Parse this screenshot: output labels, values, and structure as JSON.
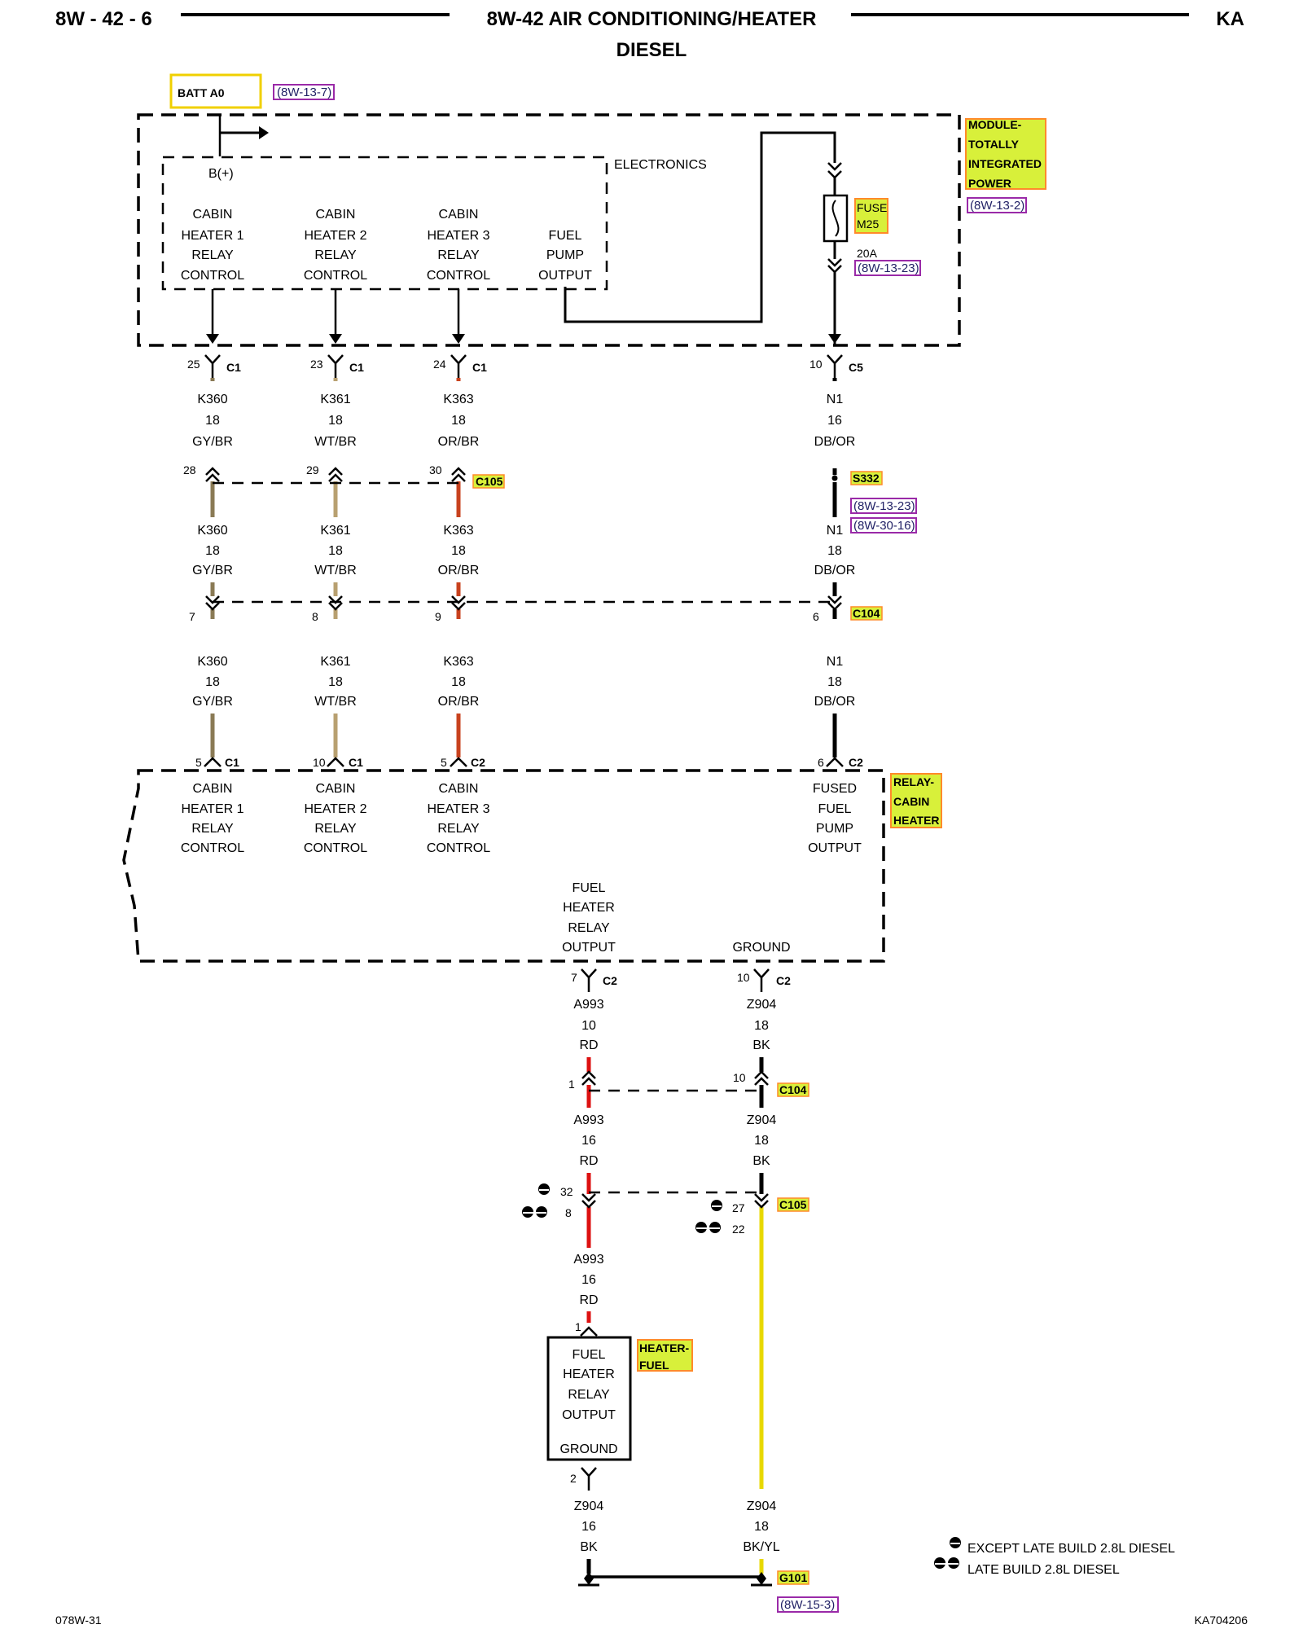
{
  "header": {
    "page_id": "8W - 42 - 6",
    "title_line1": "8W-42 AIR CONDITIONING/HEATER",
    "title_line2": "DIESEL",
    "vehicle_code": "KA"
  },
  "footer": {
    "left_code": "078W-31",
    "right_code": "KA704206"
  },
  "batt": {
    "label": "BATT A0",
    "ref": "(8W-13-7)"
  },
  "tipm": {
    "name_lines": [
      "MODULE-",
      "TOTALLY",
      "INTEGRATED",
      "POWER"
    ],
    "ref": "(8W-13-2)",
    "electronics": "ELECTRONICS",
    "bplus": "B(+)",
    "outputs": [
      [
        "CABIN",
        "HEATER 1",
        "RELAY",
        "CONTROL"
      ],
      [
        "CABIN",
        "HEATER 2",
        "RELAY",
        "CONTROL"
      ],
      [
        "CABIN",
        "HEATER 3",
        "RELAY",
        "CONTROL"
      ],
      [
        "FUEL",
        "PUMP",
        "OUTPUT"
      ]
    ],
    "fuse": {
      "label": "FUSE",
      "id": "M25",
      "rating": "20A",
      "ref": "(8W-13-23)"
    }
  },
  "tipm_pins": [
    {
      "pin": "25",
      "conn": "C1"
    },
    {
      "pin": "23",
      "conn": "C1"
    },
    {
      "pin": "24",
      "conn": "C1"
    },
    {
      "pin": "10",
      "conn": "C5"
    }
  ],
  "wires_seg1": [
    [
      "K360",
      "18",
      "GY/BR"
    ],
    [
      "K361",
      "18",
      "WT/BR"
    ],
    [
      "K363",
      "18",
      "OR/BR"
    ],
    [
      "N1",
      "16",
      "DB/OR"
    ]
  ],
  "c105_top": {
    "pins": [
      "28",
      "29",
      "30"
    ],
    "label": "C105"
  },
  "s332": {
    "label": "S332",
    "refs": [
      "(8W-13-23)",
      "(8W-30-16)"
    ]
  },
  "wires_seg2": [
    [
      "K360",
      "18",
      "GY/BR"
    ],
    [
      "K361",
      "18",
      "WT/BR"
    ],
    [
      "K363",
      "18",
      "OR/BR"
    ],
    [
      "N1",
      "18",
      "DB/OR"
    ]
  ],
  "c104_top": {
    "pins": [
      "7",
      "8",
      "9",
      "6"
    ],
    "label": "C104"
  },
  "wires_seg3": [
    [
      "K360",
      "18",
      "GY/BR"
    ],
    [
      "K361",
      "18",
      "WT/BR"
    ],
    [
      "K363",
      "18",
      "OR/BR"
    ],
    [
      "N1",
      "18",
      "DB/OR"
    ]
  ],
  "relay_pins_in": [
    {
      "pin": "5",
      "conn": "C1"
    },
    {
      "pin": "10",
      "conn": "C1"
    },
    {
      "pin": "5",
      "conn": "C2"
    },
    {
      "pin": "6",
      "conn": "C2"
    }
  ],
  "relay": {
    "name_lines": [
      "RELAY-",
      "CABIN",
      "HEATER"
    ],
    "inputs": [
      [
        "CABIN",
        "HEATER 1",
        "RELAY",
        "CONTROL"
      ],
      [
        "CABIN",
        "HEATER 2",
        "RELAY",
        "CONTROL"
      ],
      [
        "CABIN",
        "HEATER 3",
        "RELAY",
        "CONTROL"
      ],
      [
        "FUSED",
        "FUEL",
        "PUMP",
        "OUTPUT"
      ]
    ],
    "fuel_heater_output": [
      "FUEL",
      "HEATER",
      "RELAY",
      "OUTPUT"
    ],
    "ground": "GROUND"
  },
  "relay_pins_out": [
    {
      "pin": "7",
      "conn": "C2"
    },
    {
      "pin": "10",
      "conn": "C2"
    }
  ],
  "lower_wires_a": [
    [
      "A993",
      "10",
      "RD"
    ],
    [
      "Z904",
      "18",
      "BK"
    ]
  ],
  "c104_bottom": {
    "pins": [
      "1",
      "10"
    ],
    "label": "C104"
  },
  "lower_wires_b": [
    [
      "A993",
      "16",
      "RD"
    ],
    [
      "Z904",
      "18",
      "BK"
    ]
  ],
  "c105_bottom": {
    "pins_left": [
      "32",
      "8"
    ],
    "pins_right": [
      "27",
      "22"
    ],
    "label": "C105"
  },
  "lower_wires_c": [
    "A993",
    "16",
    "RD"
  ],
  "heater_fuel": {
    "pin_top": "1",
    "name_lines": [
      "HEATER-",
      "FUEL"
    ],
    "body_lines": [
      "FUEL",
      "HEATER",
      "RELAY",
      "OUTPUT"
    ],
    "ground": "GROUND",
    "pin_bottom": "2"
  },
  "ground_wires": [
    [
      "Z904",
      "16",
      "BK"
    ],
    [
      "Z904",
      "18",
      "BK/YL"
    ]
  ],
  "g101": {
    "label": "G101",
    "ref": "(8W-15-3)"
  },
  "legend": [
    {
      "symbol": "single-dot",
      "text": "EXCEPT LATE BUILD 2.8L DIESEL"
    },
    {
      "symbol": "double-dot",
      "text": "LATE BUILD 2.8L DIESEL"
    }
  ],
  "colors": {
    "gy_br": "#8a7a55",
    "wt_br": "#b8a070",
    "or_br": "#c8421e",
    "rd": "#dd1111",
    "bk": "#000000",
    "yl": "#e8d800",
    "tag_fill": "#d8f03a",
    "tag_border": "#ff8a2a",
    "ref_border": "#9a2aa8"
  }
}
